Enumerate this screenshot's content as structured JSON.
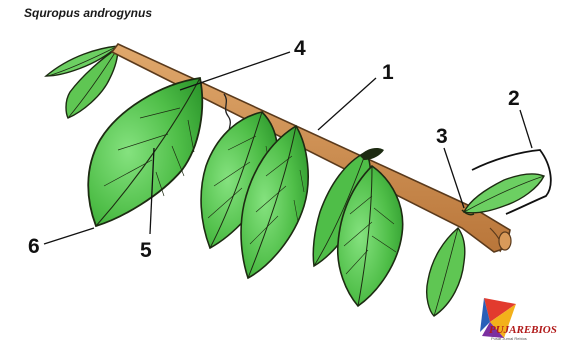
{
  "title": "Squropus androgynus",
  "labels": [
    {
      "id": "1",
      "text": "1"
    },
    {
      "id": "2",
      "text": "2"
    },
    {
      "id": "3",
      "text": "3"
    },
    {
      "id": "4",
      "text": "4"
    },
    {
      "id": "5",
      "text": "5"
    },
    {
      "id": "6",
      "text": "6"
    }
  ],
  "logo": {
    "text": "PUJAREBIOS",
    "subtext": "Pusat Jurnal Rebios"
  },
  "colors": {
    "stem": "#c98a4e",
    "stem_outline": "#5a3a1c",
    "leaf_light": "#7fe07a",
    "leaf_dark": "#2f9a2e",
    "leaf_outline": "#1d2b12"
  }
}
